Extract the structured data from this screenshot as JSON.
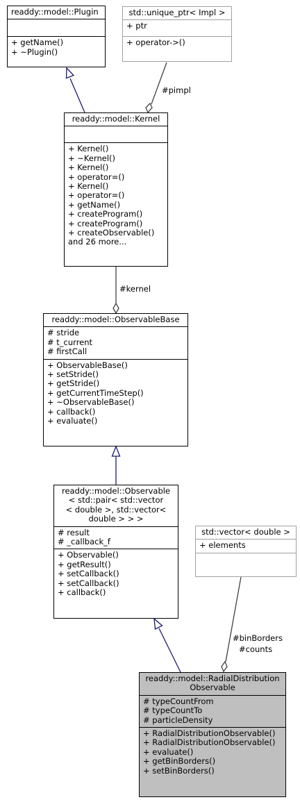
{
  "classes": {
    "plugin": {
      "title": [
        "readdy::model::Plugin"
      ],
      "attributes": [],
      "operations": [
        "+ getName()",
        "+ ~Plugin()"
      ]
    },
    "unique_ptr": {
      "title": [
        "std::unique_ptr< Impl >"
      ],
      "attributes": [
        "+ ptr"
      ],
      "operations": [
        "+ operator->()"
      ]
    },
    "kernel": {
      "title": [
        "readdy::model::Kernel"
      ],
      "attributes": [],
      "operations": [
        "+ Kernel()",
        "+ ~Kernel()",
        "+ Kernel()",
        "+ operator=()",
        "+ Kernel()",
        "+ operator=()",
        "+ getName()",
        "+ createProgram()",
        "+ createProgram()",
        "+ createObservable()",
        "and 26 more..."
      ]
    },
    "observable_base": {
      "title": [
        "readdy::model::ObservableBase"
      ],
      "attributes": [
        "# stride",
        "# t_current",
        "# firstCall"
      ],
      "operations": [
        "+ ObservableBase()",
        "+ setStride()",
        "+ getStride()",
        "+ getCurrentTimeStep()",
        "+ ~ObservableBase()",
        "+ callback()",
        "+ evaluate()"
      ]
    },
    "observable": {
      "title": [
        "readdy::model::Observable",
        "< std::pair< std::vector",
        "< double >, std::vector<",
        "double > > >"
      ],
      "attributes": [
        "# result",
        "# _callback_f"
      ],
      "operations": [
        "+ Observable()",
        "+ getResult()",
        "+ setCallback()",
        "+ setCallback()",
        "+ callback()"
      ]
    },
    "vector": {
      "title": [
        "std::vector< double >"
      ],
      "attributes": [
        "+ elements"
      ],
      "operations": []
    },
    "radial": {
      "title": [
        "readdy::model::RadialDistribution",
        "Observable"
      ],
      "attributes": [
        "# typeCountFrom",
        "# typeCountTo",
        "# particleDensity"
      ],
      "operations": [
        "+ RadialDistributionObservable()",
        "+ RadialDistributionObservable()",
        "+ evaluate()",
        "+ getBinBorders()",
        "+ setBinBorders()"
      ]
    }
  },
  "edge_labels": {
    "pimpl": "#pimpl",
    "kernel": "#kernel",
    "bin_borders": "#binBorders",
    "counts": "#counts"
  },
  "colors": {
    "inheritance_edge": "#191970",
    "association_edge": "#404040",
    "highlight_fill": "#bfbfbf",
    "external_border": "#a0a0a0"
  }
}
